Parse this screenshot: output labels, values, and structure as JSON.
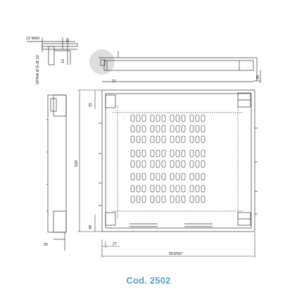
{
  "dimensions": {
    "detail_max": "12 MAX",
    "detail_20": "20",
    "detail_10": "10",
    "detail_pin": "SPINA Ø 8÷Ø 10",
    "top_35": "35",
    "top_27": "27",
    "left_25": "25",
    "height_520": "520",
    "left_48": "48",
    "bottom_35": "35",
    "bottom_27": "27",
    "width_range": "563/567"
  },
  "product": {
    "code": "Cod. 2502"
  },
  "colors": {
    "line": "#3a3a3a",
    "accent": "#4ea3c6",
    "circle": "#dedede"
  }
}
